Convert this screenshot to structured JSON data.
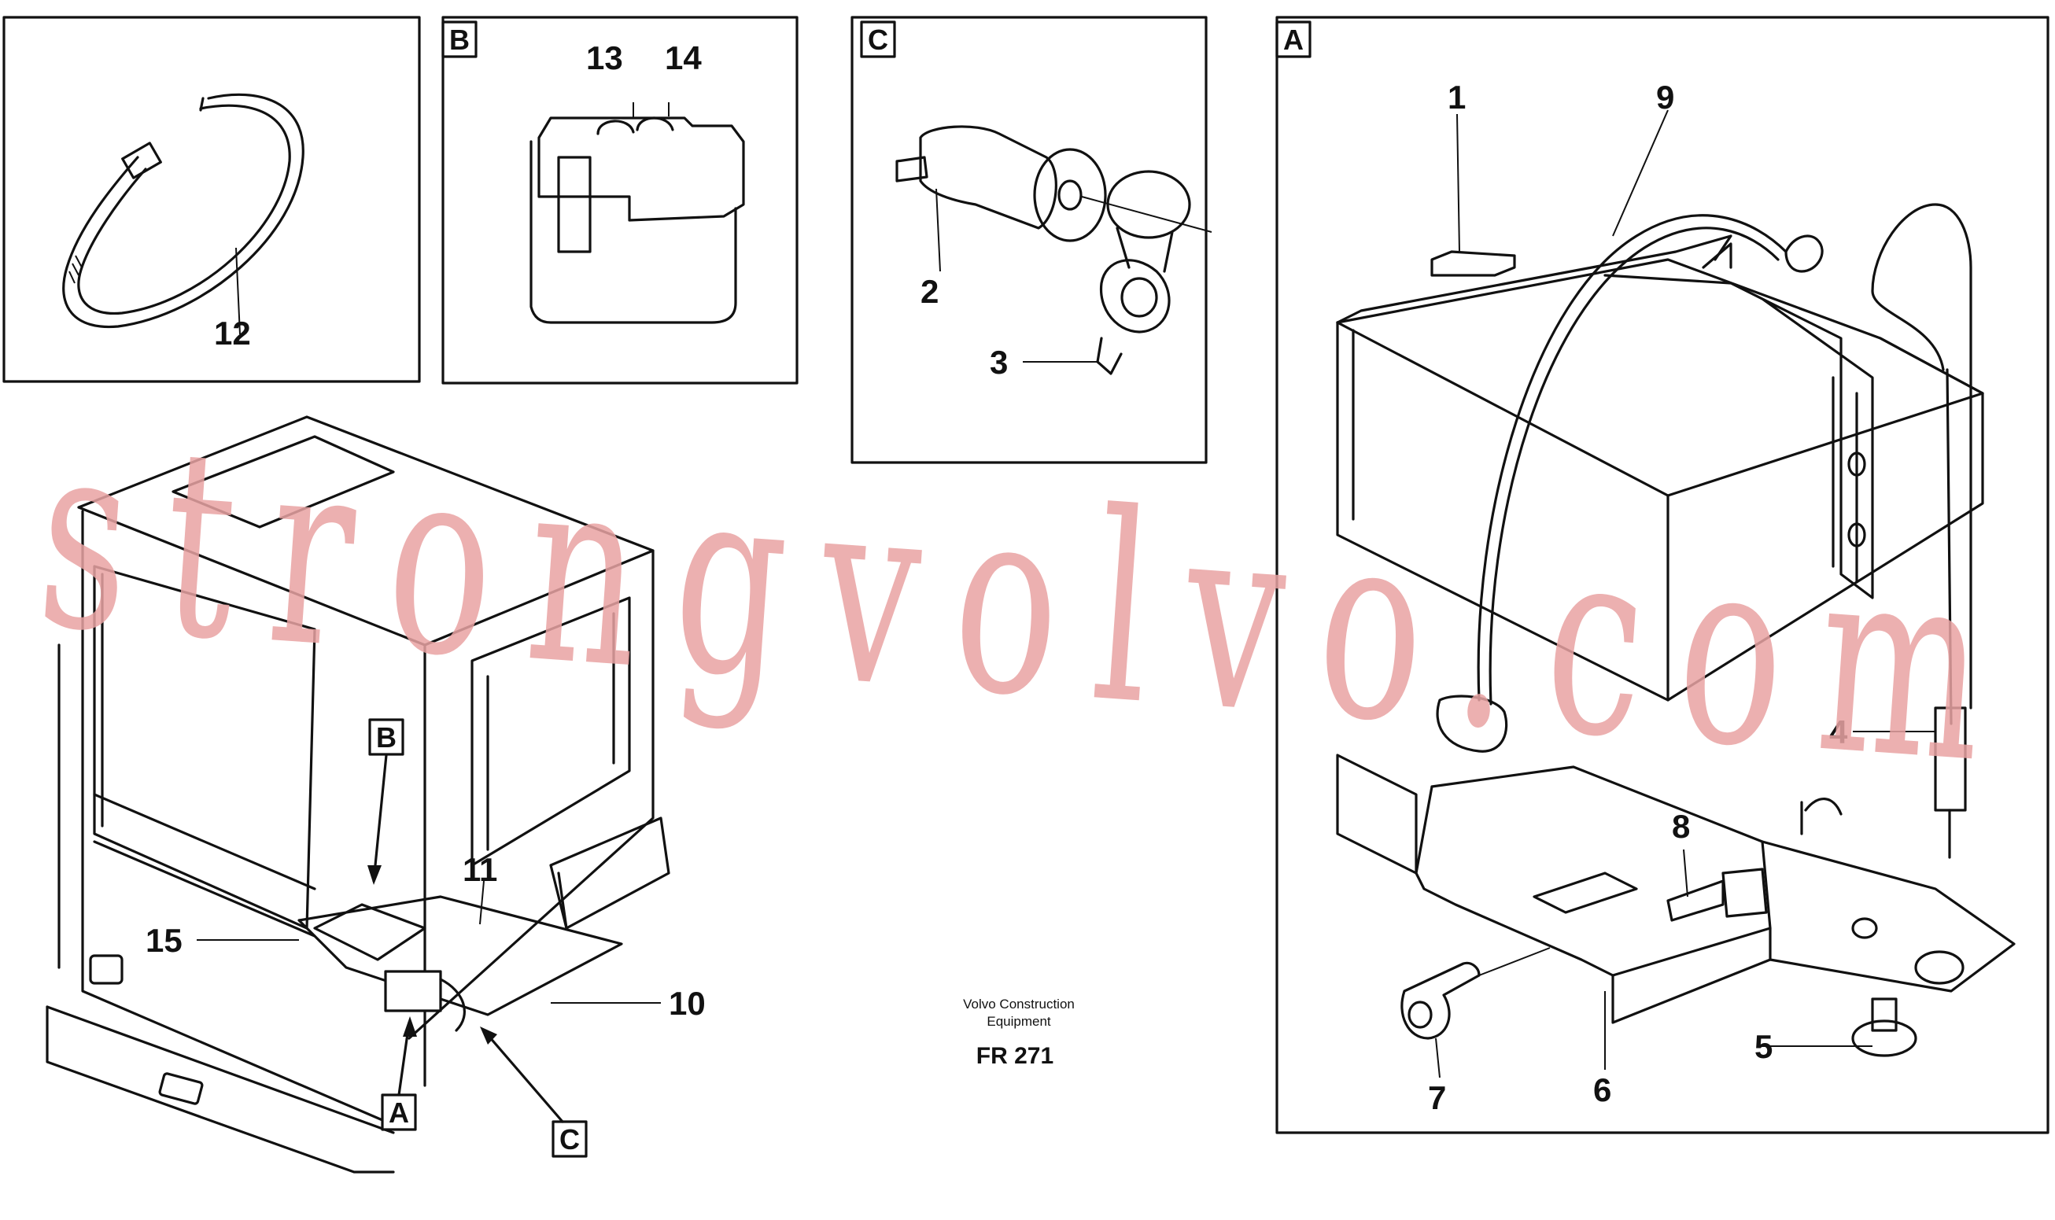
{
  "labels": {
    "n1": "1",
    "n2": "2",
    "n3": "3",
    "n4": "4",
    "n5": "5",
    "n6": "6",
    "n7": "7",
    "n8": "8",
    "n9": "9",
    "n10": "10",
    "n11": "11",
    "n12": "12",
    "n13": "13",
    "n14": "14",
    "n15": "15"
  },
  "panels": {
    "A": "A",
    "B": "B",
    "C": "C"
  },
  "caption": {
    "line1": "Volvo Construction",
    "line2": "Equipment",
    "code": "FR 271"
  },
  "watermark": "strongvolvo.com"
}
